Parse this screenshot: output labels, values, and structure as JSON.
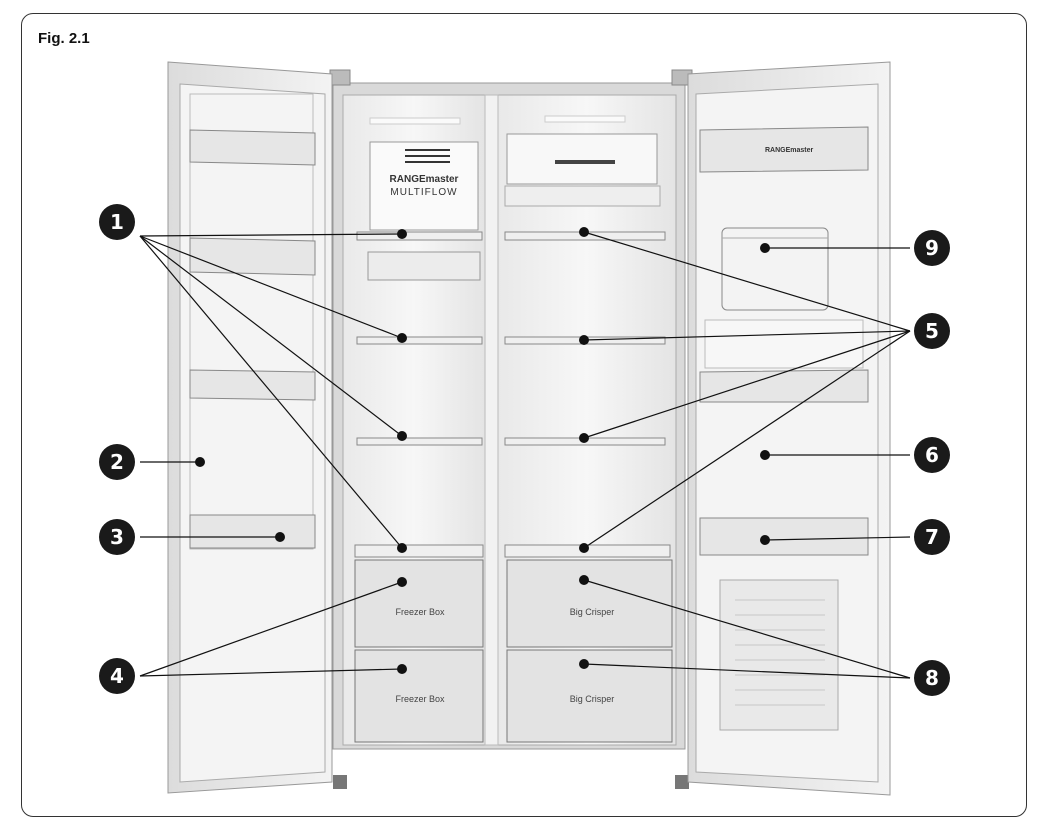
{
  "figure_label": "Fig. 2.1",
  "brand_text": "RANGEmaster",
  "model_text": "MULTIFLOW",
  "door_brand_text": "RANGEmaster",
  "drawer_labels": {
    "freezer_top": "Freezer Box",
    "freezer_bottom": "Freezer Box",
    "crisper_top": "Big Crisper",
    "crisper_bottom": "Big Crisper"
  },
  "callouts": [
    "1",
    "2",
    "3",
    "4",
    "5",
    "6",
    "7",
    "8",
    "9"
  ],
  "colors": {
    "callout_fill": "#1a1a1a",
    "callout_text": "#ffffff",
    "leader": "#111111"
  }
}
